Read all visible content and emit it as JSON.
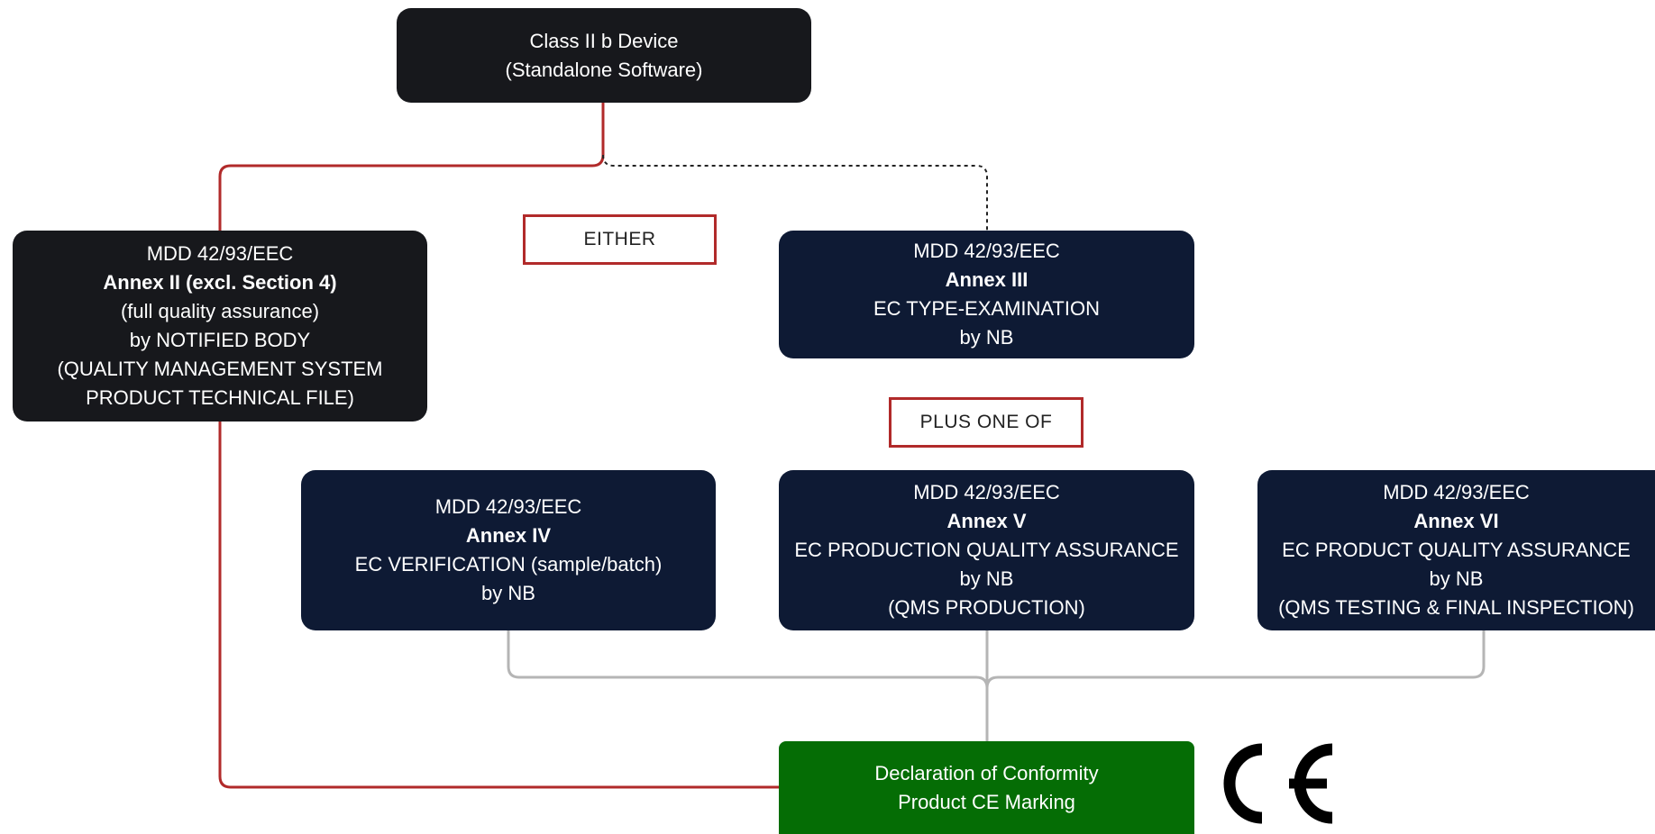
{
  "root": {
    "line1": "Class II b Device",
    "line2": "(Standalone Software)"
  },
  "either_label": "EITHER",
  "plus_one_of_label": "PLUS ONE OF",
  "annex_ii": {
    "line1": "MDD 42/93/EEC",
    "line2": "Annex II (excl. Section 4)",
    "line3": "(full quality assurance)",
    "line4": "by NOTIFIED BODY",
    "line5": "(QUALITY MANAGEMENT SYSTEM",
    "line6": "PRODUCT TECHNICAL FILE)"
  },
  "annex_iii": {
    "line1": "MDD 42/93/EEC",
    "line2": "Annex III",
    "line3": "EC TYPE-EXAMINATION",
    "line4": "by NB"
  },
  "annex_iv": {
    "line1": "MDD 42/93/EEC",
    "line2": "Annex IV",
    "line3": "EC VERIFICATION (sample/batch)",
    "line4": "by NB"
  },
  "annex_v": {
    "line1": "MDD 42/93/EEC",
    "line2": "Annex V",
    "line3": "EC PRODUCTION QUALITY ASSURANCE",
    "line4": "by NB",
    "line5": "(QMS PRODUCTION)"
  },
  "annex_vi": {
    "line1": "MDD 42/93/EEC",
    "line2": "Annex VI",
    "line3": "EC PRODUCT QUALITY ASSURANCE",
    "line4": "by NB",
    "line5": "(QMS TESTING & FINAL INSPECTION)"
  },
  "declaration": {
    "line1": "Declaration of Conformity",
    "line2": "Product CE Marking"
  },
  "ce_mark_text": "CE",
  "colors": {
    "primary_path": "#b12a2a",
    "alternative_path": "#222222",
    "merge_lines": "#b5b5b5",
    "black_box": "#17181c",
    "navy_box": "#0e1a34",
    "green_box": "#056d05"
  }
}
